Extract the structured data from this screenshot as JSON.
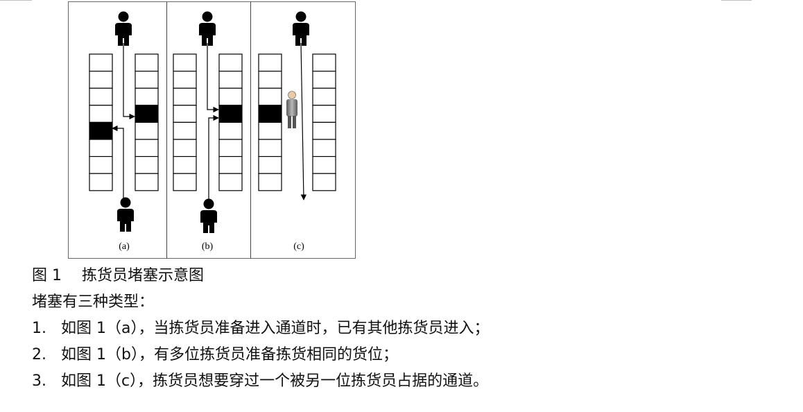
{
  "figure": {
    "panels": [
      {
        "label": "(a)"
      },
      {
        "label": "(b)"
      },
      {
        "label": "(c)"
      }
    ]
  },
  "caption": "图 1　 拣货员堵塞示意图",
  "intro": "堵塞有三种类型：",
  "items": [
    {
      "num": "1.",
      "text": "如图 1（a），当拣货员准备进入通道时，已有其他拣货员进入；"
    },
    {
      "num": "2.",
      "text": "如图 1（b），有多位拣货员准备拣货相同的货位；"
    },
    {
      "num": "3.",
      "text": "如图 1（c），拣货员想要穿过一个被另一位拣货员占据的通道。"
    }
  ]
}
